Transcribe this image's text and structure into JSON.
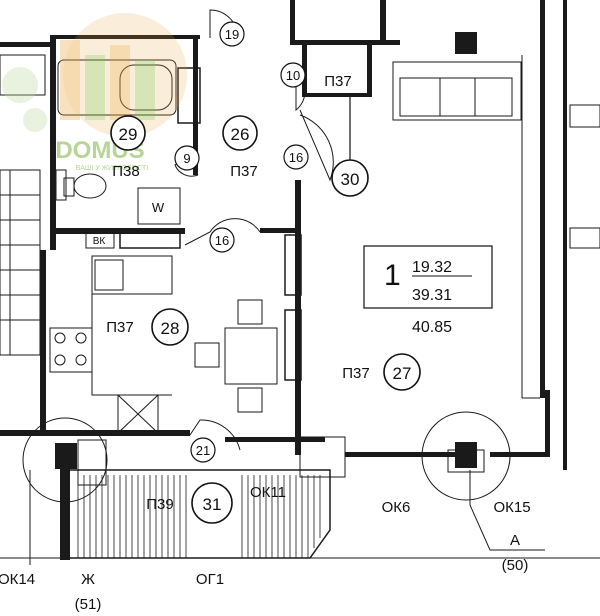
{
  "plan": {
    "rooms": [
      {
        "number": "29",
        "code": "П38"
      },
      {
        "number": "26",
        "code": "П37"
      },
      {
        "number": "30",
        "code": "П37"
      },
      {
        "number": "28",
        "code": "П37"
      },
      {
        "number": "27",
        "code": "П37"
      },
      {
        "number": "31",
        "code": "П39"
      }
    ],
    "doors": [
      "19",
      "10",
      "9",
      "16",
      "16",
      "21"
    ],
    "fixtures": {
      "washer": "W",
      "vent": "ВК"
    },
    "apartment": {
      "number": "1",
      "living_area": "19.32",
      "total_area": "39.31",
      "total_with_balcony": "40.85"
    },
    "windows": [
      "ОК11",
      "ОК6",
      "ОК15",
      "ОК14"
    ],
    "fence": "ОГ1",
    "axes": [
      {
        "letter": "Ж",
        "dim": "(51)"
      },
      {
        "letter": "А",
        "dim": "(50)"
      }
    ]
  },
  "watermark": {
    "brand": "DOMUS",
    "tagline": "ВАШІ У ЖИТЛОВОСТІ"
  }
}
